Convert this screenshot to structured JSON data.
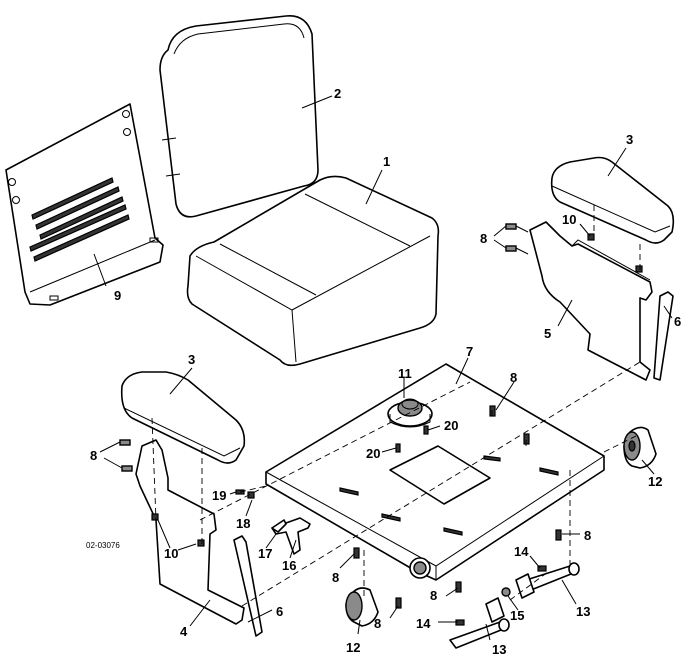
{
  "drawing_code": "02-03076",
  "callouts": [
    {
      "id": "seat-cushion",
      "label": "1"
    },
    {
      "id": "seat-back",
      "label": "2"
    },
    {
      "id": "armrest-right",
      "label": "3"
    },
    {
      "id": "armrest-left",
      "label": "3"
    },
    {
      "id": "armrest-bracket-left",
      "label": "4"
    },
    {
      "id": "armrest-bracket-right",
      "label": "5"
    },
    {
      "id": "pin-left",
      "label": "6"
    },
    {
      "id": "pin-right",
      "label": "6"
    },
    {
      "id": "seat-plate",
      "label": "7"
    },
    {
      "id": "bolt-right-bracket",
      "label": "8"
    },
    {
      "id": "bolt-plate-top",
      "label": "8"
    },
    {
      "id": "bolt-left-bracket",
      "label": "8"
    },
    {
      "id": "bolt-plate-front",
      "label": "8"
    },
    {
      "id": "bolt-plate-bottom",
      "label": "8"
    },
    {
      "id": "bolt-plate-right",
      "label": "8"
    },
    {
      "id": "bolt-bumper",
      "label": "8"
    },
    {
      "id": "back-cover",
      "label": "9"
    },
    {
      "id": "nut-right",
      "label": "10"
    },
    {
      "id": "nut-left",
      "label": "10"
    },
    {
      "id": "seat-switch",
      "label": "11"
    },
    {
      "id": "bumper-right",
      "label": "12"
    },
    {
      "id": "bumper-left",
      "label": "12"
    },
    {
      "id": "hinge-shaft-right",
      "label": "13"
    },
    {
      "id": "hinge-shaft-left",
      "label": "13"
    },
    {
      "id": "bolt-14-upper",
      "label": "14"
    },
    {
      "id": "bolt-14-lower",
      "label": "14"
    },
    {
      "id": "washer",
      "label": "15"
    },
    {
      "id": "latch-bracket",
      "label": "16"
    },
    {
      "id": "clip",
      "label": "17"
    },
    {
      "id": "spacer",
      "label": "18"
    },
    {
      "id": "screw",
      "label": "19"
    },
    {
      "id": "switch-screw-right",
      "label": "20"
    },
    {
      "id": "switch-screw-left",
      "label": "20"
    }
  ]
}
